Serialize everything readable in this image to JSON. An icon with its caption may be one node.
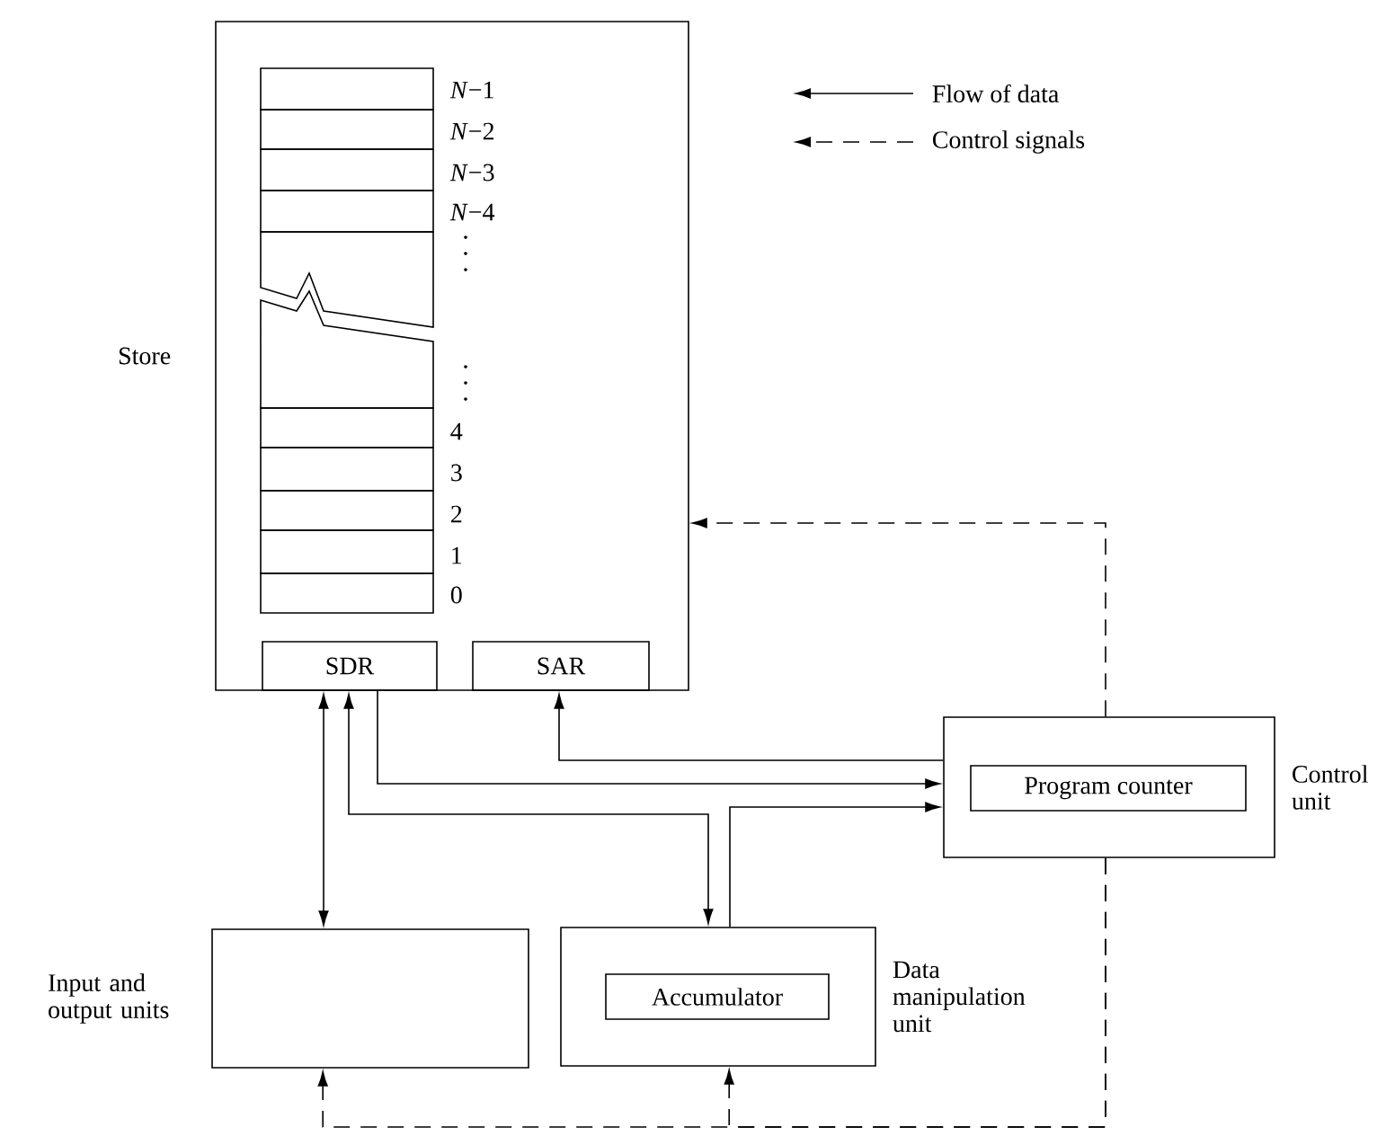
{
  "diagram": {
    "nodes": [
      {
        "text": [
          "Store"
        ]
      },
      {
        "text": [
          "SDR"
        ],
        "in": 0
      },
      {
        "text": [
          "SAR"
        ],
        "in": 0
      },
      {
        "text": [
          "Control unit"
        ]
      },
      {
        "text": [
          "Program counter"
        ],
        "in": 3
      },
      {
        "text": [
          "Input and output units"
        ]
      },
      {
        "text": [
          "Data manipulation unit"
        ]
      },
      {
        "text": [
          "Accumulator"
        ],
        "in": 6
      }
    ],
    "edges": [
      {
        "from": 1,
        "to": 5,
        "arrow": "both"
      },
      {
        "from": 1,
        "to": 3,
        "arrow": "to"
      },
      {
        "from": 3,
        "to": 2,
        "arrow": "to"
      },
      {
        "from": 1,
        "to": 6,
        "arrow": "both"
      },
      {
        "from": 6,
        "to": 3,
        "arrow": "to"
      },
      {
        "from": 3,
        "to": 0,
        "arrow": "to",
        "style": "dashed"
      },
      {
        "from": 3,
        "to": 5,
        "arrow": "to",
        "style": "dashed"
      },
      {
        "from": 3,
        "to": 6,
        "arrow": "to",
        "style": "dashed"
      }
    ],
    "labels": [
      "*N*−1",
      "*N*−2",
      "*N*−3",
      "*N*−4",
      "4",
      "3",
      "2",
      "1",
      "0"
    ],
    "legend": [
      {
        "text": "Flow of data"
      },
      {
        "text": "Control signals"
      }
    ]
  }
}
